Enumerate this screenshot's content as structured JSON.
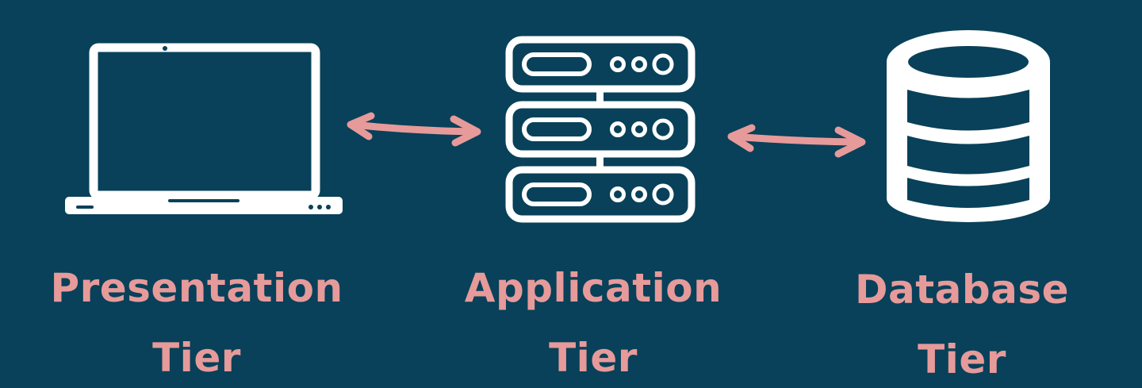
{
  "colors": {
    "background": "#084159",
    "icon": "#ffffff",
    "arrow": "#e79a9a",
    "label": "#e79a9a"
  },
  "tiers": [
    {
      "icon": "laptop-icon",
      "line1": "Presentation",
      "line2": "Tier"
    },
    {
      "icon": "server-rack-icon",
      "line1": "Application",
      "line2": "Tier"
    },
    {
      "icon": "database-icon",
      "line1": "Database",
      "line2": "Tier"
    }
  ],
  "connectors": [
    {
      "from": "Presentation Tier",
      "to": "Application Tier",
      "direction": "bidirectional"
    },
    {
      "from": "Application Tier",
      "to": "Database Tier",
      "direction": "bidirectional"
    }
  ]
}
